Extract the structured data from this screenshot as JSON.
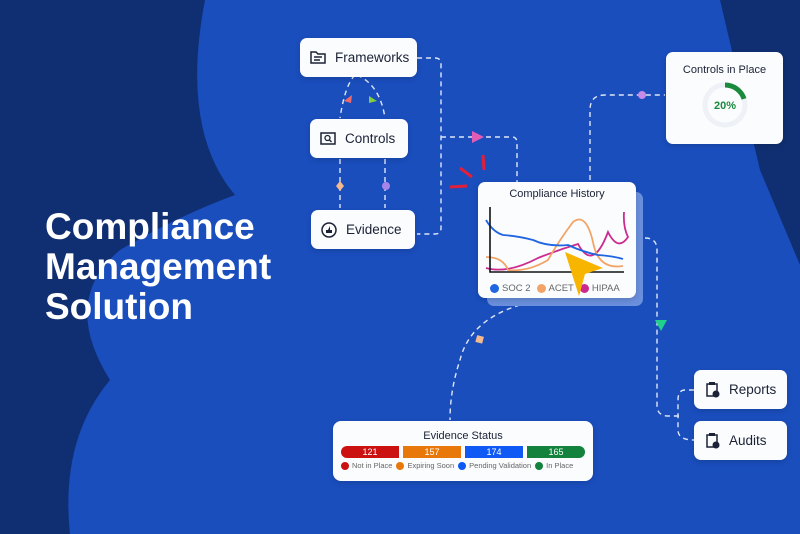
{
  "hero": {
    "line1": "Compliance",
    "line2": "Management",
    "line3": "Solution"
  },
  "nodes": {
    "frameworks": "Frameworks",
    "controls": "Controls",
    "evidence": "Evidence",
    "reports": "Reports",
    "audits": "Audits"
  },
  "controls_in_place": {
    "title": "Controls in Place",
    "percent_label": "20%",
    "value": 0.2,
    "color": "#1a8a3c"
  },
  "history": {
    "title": "Compliance History",
    "legend": [
      {
        "name": "SOC 2",
        "color": "#1f66e0"
      },
      {
        "name": "ACET",
        "color": "#f2a468"
      },
      {
        "name": "HIPAA",
        "color": "#cc2a8e"
      }
    ]
  },
  "evidence_status": {
    "title": "Evidence Status",
    "bars": [
      {
        "value": "121",
        "label": "Not in Place",
        "color": "#cc1111"
      },
      {
        "value": "157",
        "label": "Expiring Soon",
        "color": "#e8780a"
      },
      {
        "value": "174",
        "label": "Pending Validation",
        "color": "#0f5af5"
      },
      {
        "value": "165",
        "label": "In Place",
        "color": "#12823c"
      }
    ]
  }
}
